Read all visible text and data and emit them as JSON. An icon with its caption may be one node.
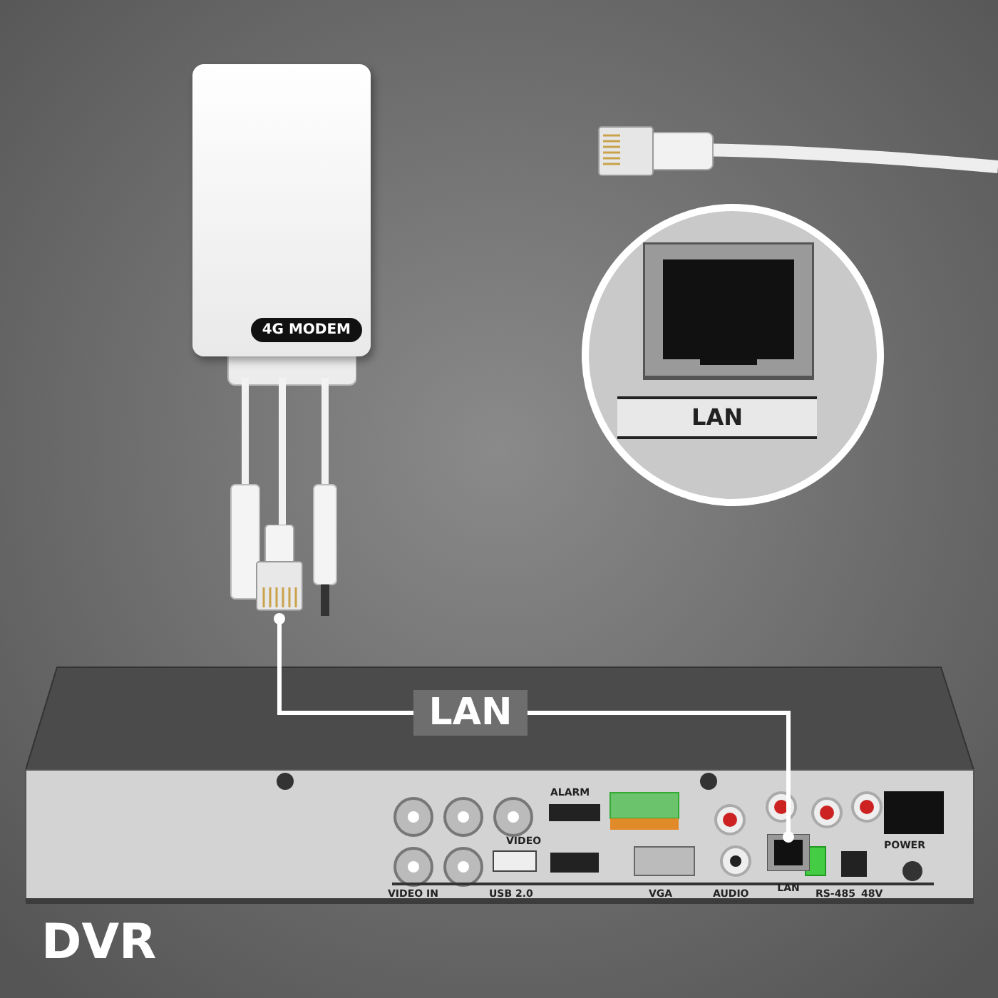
{
  "diagram": {
    "nodes": [
      {
        "text": [
          "4G MODEM"
        ]
      },
      {
        "text": [],
        "shape": "picture"
      },
      {
        "text": [
          "DVR"
        ]
      },
      {
        "text": [
          "LAN"
        ],
        "in": 2
      },
      {
        "text": [
          "LAN"
        ]
      },
      {
        "text": [],
        "shape": "picture"
      }
    ],
    "edges": [
      {
        "from": 1,
        "to": 3,
        "arrow": "other",
        "label": "LAN"
      }
    ],
    "labels": [
      "ALARM",
      "VIDEO",
      "POWER",
      "VIDEO IN",
      "USB 2.0",
      "VGA",
      "AUDIO",
      "RS-485",
      "48V"
    ]
  }
}
